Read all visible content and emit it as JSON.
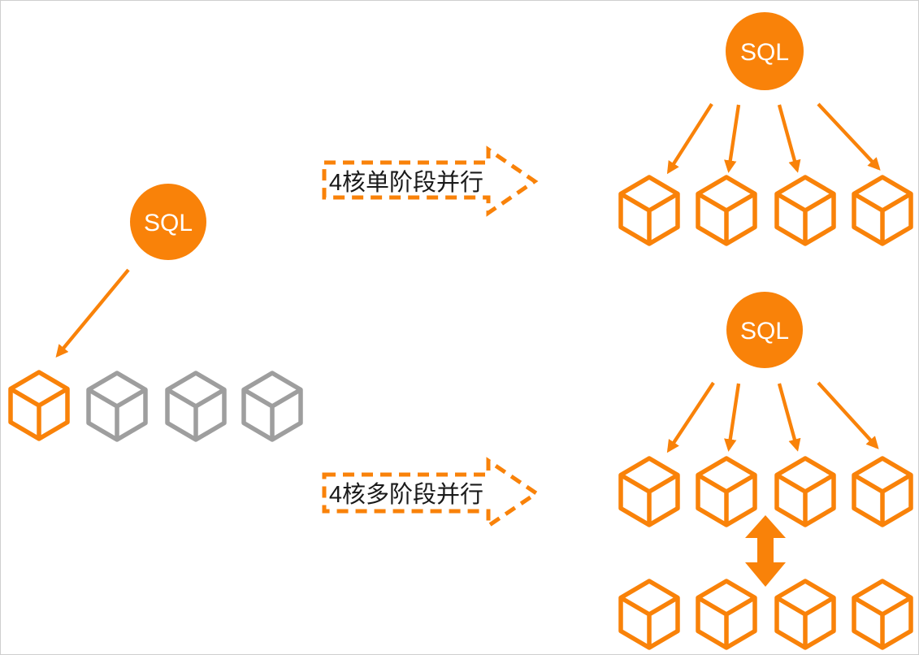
{
  "colors": {
    "orange": "#F98209",
    "gray": "#9E9E9E",
    "text": "#1A1A1A",
    "border": "#CFCFCF",
    "background": "#FFFFFF",
    "label": "#FFFFFF"
  },
  "serial_flow": {
    "sql_label": "SQL",
    "cube_states": [
      "active",
      "idle",
      "idle",
      "idle"
    ]
  },
  "single_stage_banner": {
    "label": "4核单阶段并行"
  },
  "multi_stage_banner": {
    "label": "4核多阶段并行"
  },
  "single_stage_flow": {
    "sql_label": "SQL"
  },
  "multi_stage_flow": {
    "sql_label": "SQL"
  }
}
